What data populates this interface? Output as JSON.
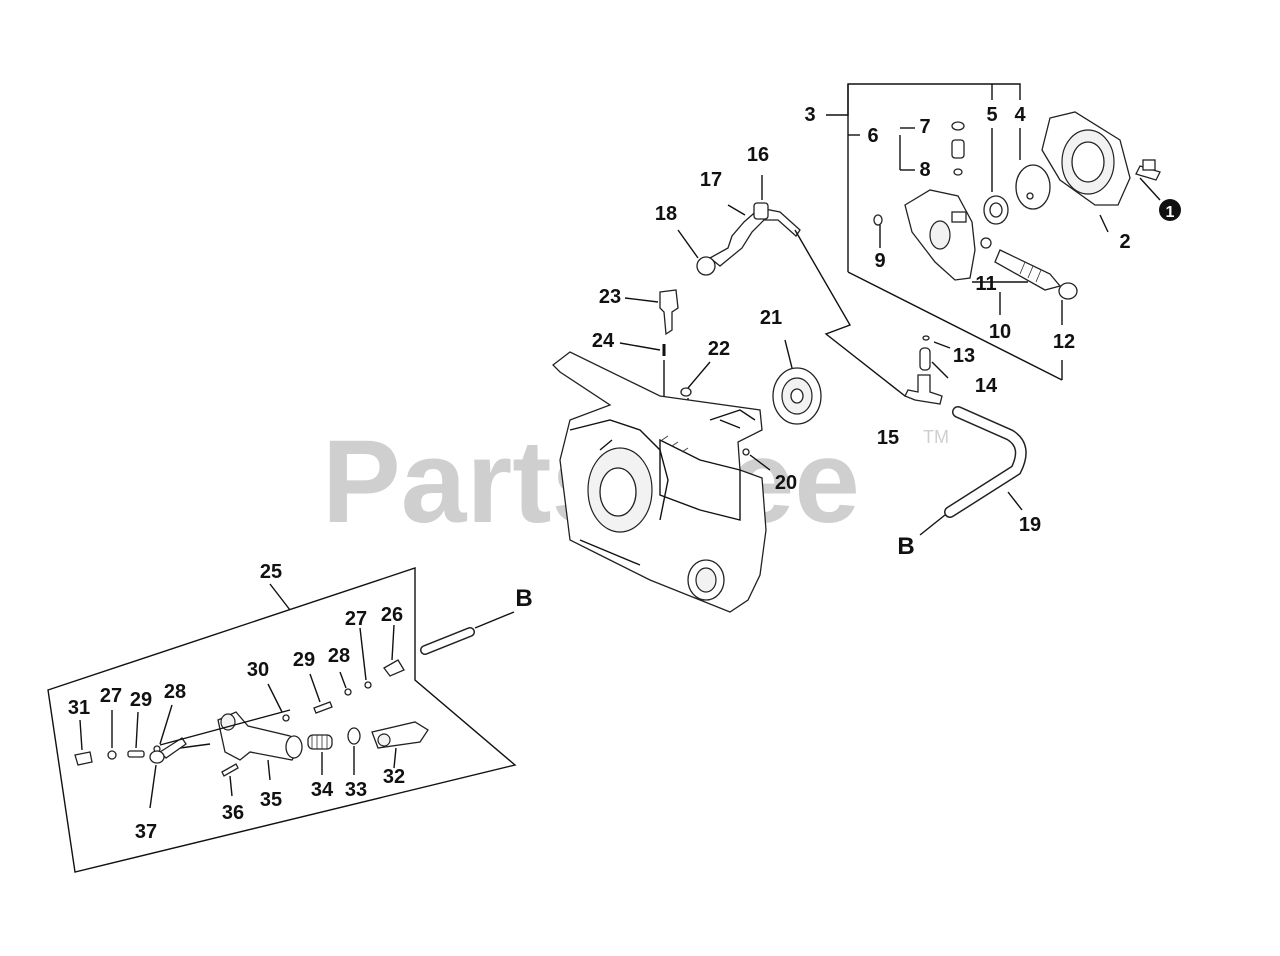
{
  "watermark": {
    "text": "PartsTree",
    "trademark": "TM"
  },
  "connectors": {
    "b_upper": "B",
    "b_lower": "B"
  },
  "callout": {
    "number": "1",
    "color": "#111111"
  },
  "parts": [
    {
      "id": "p2",
      "label": "2"
    },
    {
      "id": "p3",
      "label": "3"
    },
    {
      "id": "p4",
      "label": "4"
    },
    {
      "id": "p5",
      "label": "5"
    },
    {
      "id": "p6",
      "label": "6"
    },
    {
      "id": "p7",
      "label": "7"
    },
    {
      "id": "p8",
      "label": "8"
    },
    {
      "id": "p9",
      "label": "9"
    },
    {
      "id": "p10",
      "label": "10"
    },
    {
      "id": "p11",
      "label": "11"
    },
    {
      "id": "p12",
      "label": "12"
    },
    {
      "id": "p13",
      "label": "13"
    },
    {
      "id": "p14",
      "label": "14"
    },
    {
      "id": "p15",
      "label": "15"
    },
    {
      "id": "p16",
      "label": "16"
    },
    {
      "id": "p17",
      "label": "17"
    },
    {
      "id": "p18",
      "label": "18"
    },
    {
      "id": "p19",
      "label": "19"
    },
    {
      "id": "p20",
      "label": "20"
    },
    {
      "id": "p21",
      "label": "21"
    },
    {
      "id": "p22",
      "label": "22"
    },
    {
      "id": "p23",
      "label": "23"
    },
    {
      "id": "p24",
      "label": "24"
    },
    {
      "id": "p25",
      "label": "25"
    },
    {
      "id": "p26",
      "label": "26"
    },
    {
      "id": "p27a",
      "label": "27"
    },
    {
      "id": "p28a",
      "label": "28"
    },
    {
      "id": "p29a",
      "label": "29"
    },
    {
      "id": "p30",
      "label": "30"
    },
    {
      "id": "p31",
      "label": "31"
    },
    {
      "id": "p27b",
      "label": "27"
    },
    {
      "id": "p29b",
      "label": "29"
    },
    {
      "id": "p28b",
      "label": "28"
    },
    {
      "id": "p32",
      "label": "32"
    },
    {
      "id": "p33",
      "label": "33"
    },
    {
      "id": "p34",
      "label": "34"
    },
    {
      "id": "p35",
      "label": "35"
    },
    {
      "id": "p36",
      "label": "36"
    },
    {
      "id": "p37",
      "label": "37"
    }
  ]
}
